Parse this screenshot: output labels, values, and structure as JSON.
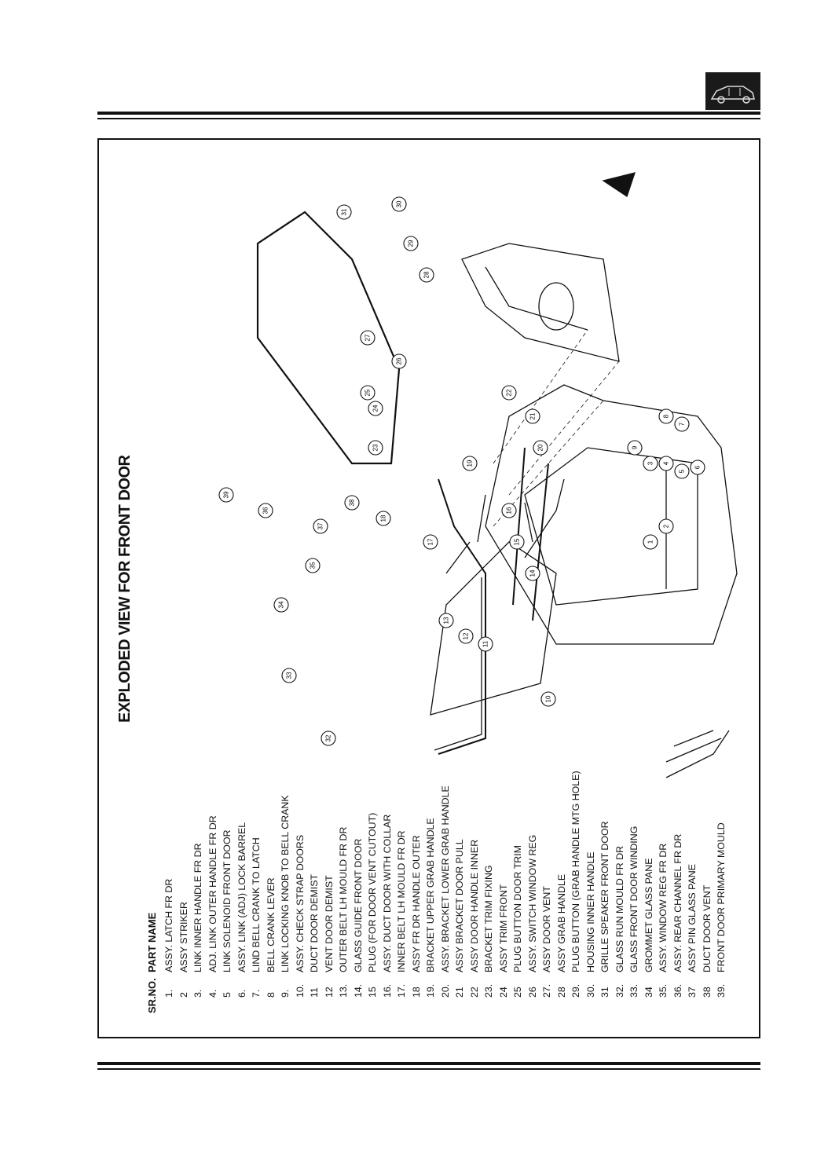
{
  "document": {
    "title": "EXPLODED VIEW FOR  FRONT DOOR",
    "header": {
      "sr_no": "SR.NO.",
      "part_name": "PART NAME"
    },
    "parts": [
      {
        "no": "1.",
        "name": "ASSY. LATCH FR DR"
      },
      {
        "no": "2",
        "name": "ASSY STRIKER"
      },
      {
        "no": "3.",
        "name": "LINK INNER HANDLE FR DR"
      },
      {
        "no": "4.",
        "name": "ADJ. LINK OUTER HANDLE FR DR"
      },
      {
        "no": "5",
        "name": "LINK SOLENOID FRONT DOOR"
      },
      {
        "no": "6.",
        "name": "ASSY. LINK (ADJ) LOCK BARREL"
      },
      {
        "no": "7.",
        "name": "LIND BELL CRANK TO LATCH"
      },
      {
        "no": "8",
        "name": "BELL CRANK LEVER"
      },
      {
        "no": "9.",
        "name": "LINK LOCKING KNOB TO BELL CRANK"
      },
      {
        "no": "10.",
        "name": "ASSY. CHECK STRAP DOORS"
      },
      {
        "no": "11",
        "name": "DUCT DOOR DEMIST"
      },
      {
        "no": "12",
        "name": "VENT DOOR DEMIST"
      },
      {
        "no": "13.",
        "name": "OUTER BELT LH MOULD FR DR"
      },
      {
        "no": "14.",
        "name": "GLASS GUIDE FRONT DOOR"
      },
      {
        "no": "15",
        "name": "PLUG (FOR DOOR VENT CUTOUT)"
      },
      {
        "no": "16.",
        "name": "ASSY. DUCT DOOR WITH COLLAR"
      },
      {
        "no": "17.",
        "name": "INNER BELT LH MOULD FR DR"
      },
      {
        "no": "18",
        "name": "ASSY FR DR HANDLE OUTER"
      },
      {
        "no": "19.",
        "name": "BRACKET UPPER GRAB HANDLE"
      },
      {
        "no": "20.",
        "name": "ASSY. BRACKET LOWER GRAB HANDLE"
      },
      {
        "no": "21",
        "name": "ASSY BRACKET DOOR PULL"
      },
      {
        "no": "22",
        "name": "ASSY DOOR HANDLE INNER"
      },
      {
        "no": "23.",
        "name": "BRACKET TRIM FIXING"
      },
      {
        "no": "24",
        "name": "ASSY TRIM FRONT"
      },
      {
        "no": "25",
        "name": "PLUG BUTTON DOOR TRIM"
      },
      {
        "no": "26",
        "name": "ASSY. SWITCH WINDOW REG"
      },
      {
        "no": "27.",
        "name": "ASSY DOOR VENT"
      },
      {
        "no": "28",
        "name": "ASSY GRAB HANDLE"
      },
      {
        "no": "29.",
        "name": "PLUG BUTTON (GRAB HANDLE MTG HOLE)"
      },
      {
        "no": "30.",
        "name": "HOUSING INNER HANDLE"
      },
      {
        "no": "31",
        "name": "GRILLE SPEAKER FRONT DOOR"
      },
      {
        "no": "32.",
        "name": "GLASS RUN MOULD FR DR"
      },
      {
        "no": "33.",
        "name": "GLASS FRONT DOOR WINDING"
      },
      {
        "no": "34",
        "name": "GROMMET GLASS PANE"
      },
      {
        "no": "35.",
        "name": "ASSY. WINDOW REG FR DR"
      },
      {
        "no": "36.",
        "name": "ASSY. REAR CHANNEL FR DR"
      },
      {
        "no": "37",
        "name": "ASSY PIN GLASS PANE"
      },
      {
        "no": "38",
        "name": "DUCT DOOR VENT"
      },
      {
        "no": "39.",
        "name": "FRONT DOOR PRIMARY MOULD"
      }
    ],
    "callouts": [
      "1",
      "2",
      "3",
      "4",
      "5",
      "6",
      "7",
      "8",
      "9",
      "10",
      "11",
      "12",
      "13",
      "14",
      "15",
      "16",
      "17",
      "18",
      "19",
      "20",
      "21",
      "22",
      "23",
      "24",
      "25",
      "26",
      "27",
      "28",
      "29",
      "30",
      "31",
      "32",
      "33",
      "34",
      "35",
      "36",
      "37",
      "38",
      "39"
    ]
  }
}
